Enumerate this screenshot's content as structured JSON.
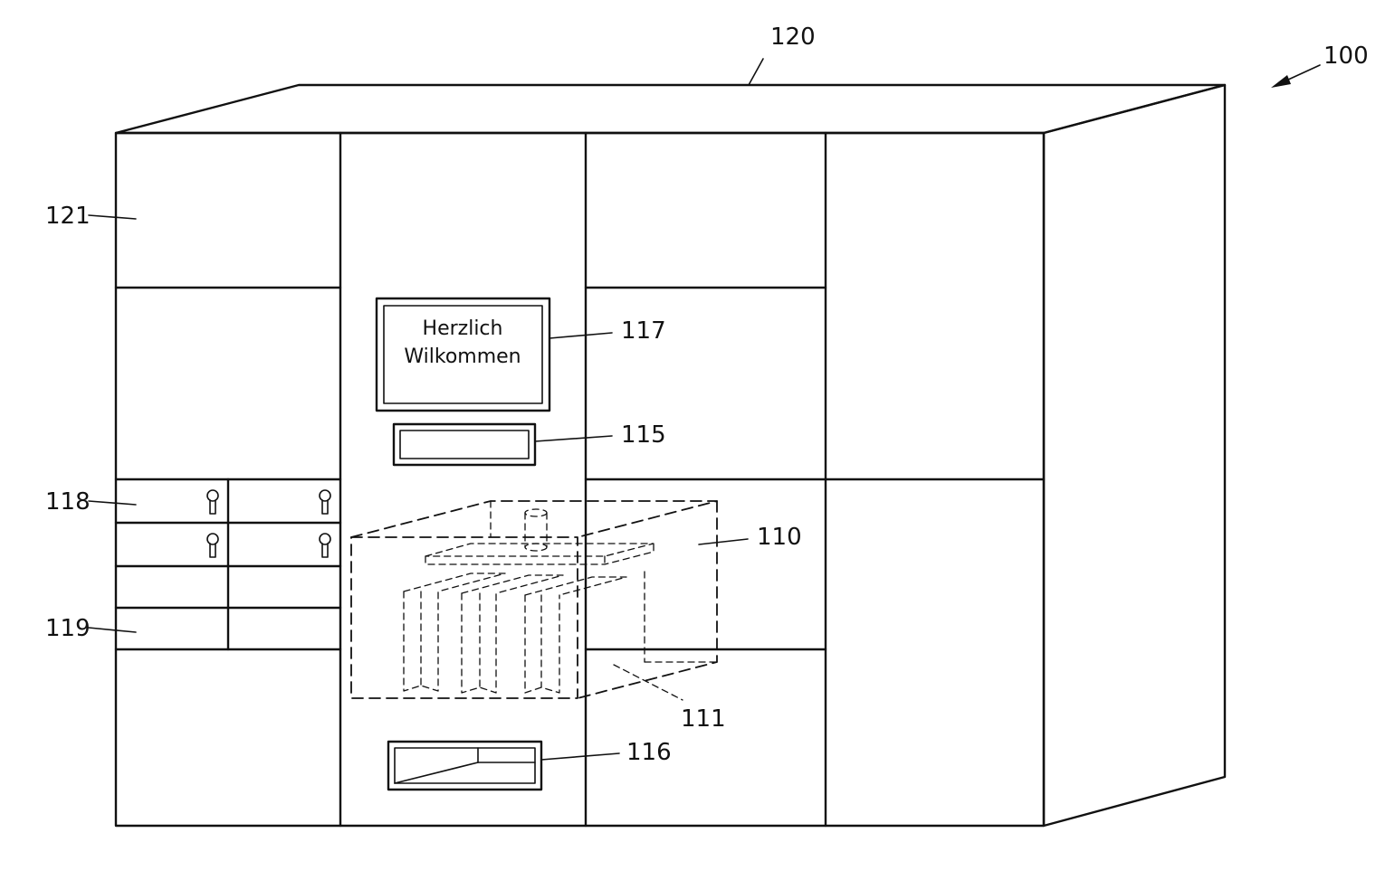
{
  "labels": {
    "r100": "100",
    "r110": "110",
    "r111": "111",
    "r115": "115",
    "r116": "116",
    "r117": "117",
    "r118": "118",
    "r119": "119",
    "r120": "120",
    "r121": "121"
  },
  "screen": {
    "line1": "Herzlich",
    "line2": "Wilkommen"
  }
}
